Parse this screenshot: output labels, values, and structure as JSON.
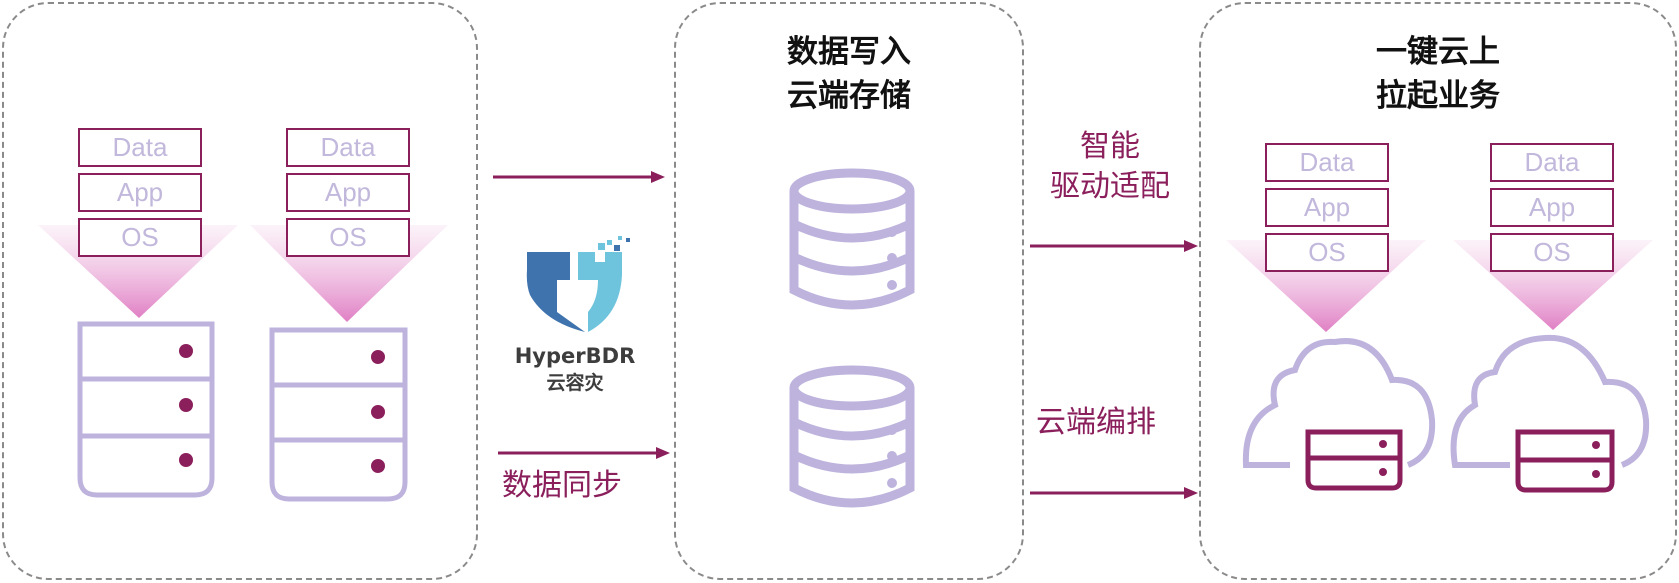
{
  "middle_panel": {
    "title_line1": "数据写入",
    "title_line2": "云端存储"
  },
  "right_panel": {
    "title_line1": "一键云上",
    "title_line2": "拉起业务"
  },
  "labels": {
    "data_sync": "数据同步",
    "smart_driver_line1": "智能",
    "smart_driver_line2": "驱动适配",
    "cloud_orchestration": "云端编排"
  },
  "logo": {
    "name": "HyperBDR",
    "subtitle": "云容灾"
  },
  "stack_layers": [
    "Data",
    "App",
    "OS"
  ],
  "colors": {
    "accent": "#8a1f5c",
    "server_outline": "#bdb3dd",
    "funnel": "#e07fc4",
    "logo_dark_blue": "#3f73ad",
    "logo_light_blue": "#6fc4dd"
  }
}
